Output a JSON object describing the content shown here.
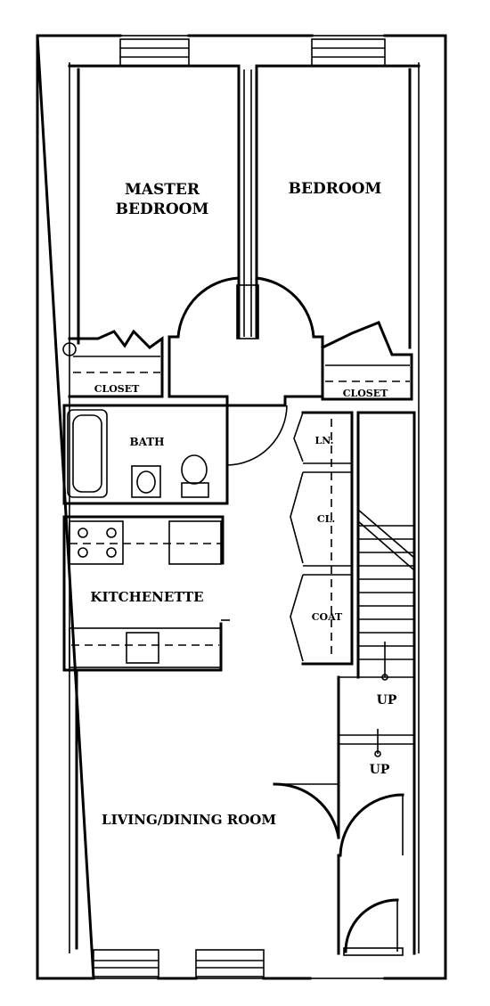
{
  "rooms": {
    "master_bedroom_line1": "MASTER",
    "master_bedroom_line2": "BEDROOM",
    "bedroom": "BEDROOM",
    "closet_left": "CLOSET",
    "closet_right": "CLOSET",
    "bath": "BATH",
    "linen": "LN.",
    "closet_small": "CL.",
    "coat": "COAT",
    "kitchenette": "KITCHENETTE",
    "living_dining": "LIVING/DINING ROOM"
  },
  "stairs": {
    "up_1": "UP",
    "up_2": "UP"
  }
}
